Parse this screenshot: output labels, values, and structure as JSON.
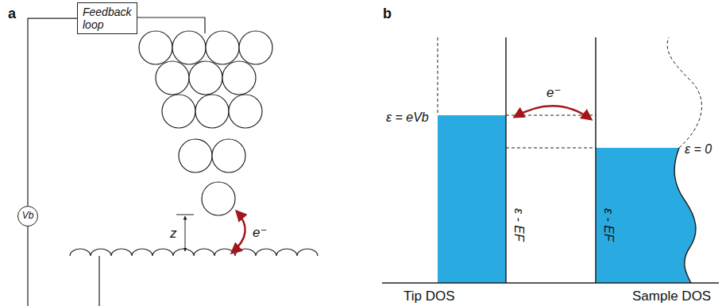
{
  "diagram": {
    "nodes": [
      {
        "text": [
          "Feedback loop"
        ]
      },
      {
        "text": [
          "Vb"
        ]
      }
    ],
    "edges": [
      {
        "from": 0,
        "to": 1,
        "arrow": "none"
      }
    ],
    "labels": [
      "a",
      "b",
      "z",
      "e⁻",
      "ε = eVb",
      "ε - EF",
      "e⁻",
      "ε - EF",
      "ε = 0",
      "Tip DOS",
      "Sample DOS"
    ]
  }
}
